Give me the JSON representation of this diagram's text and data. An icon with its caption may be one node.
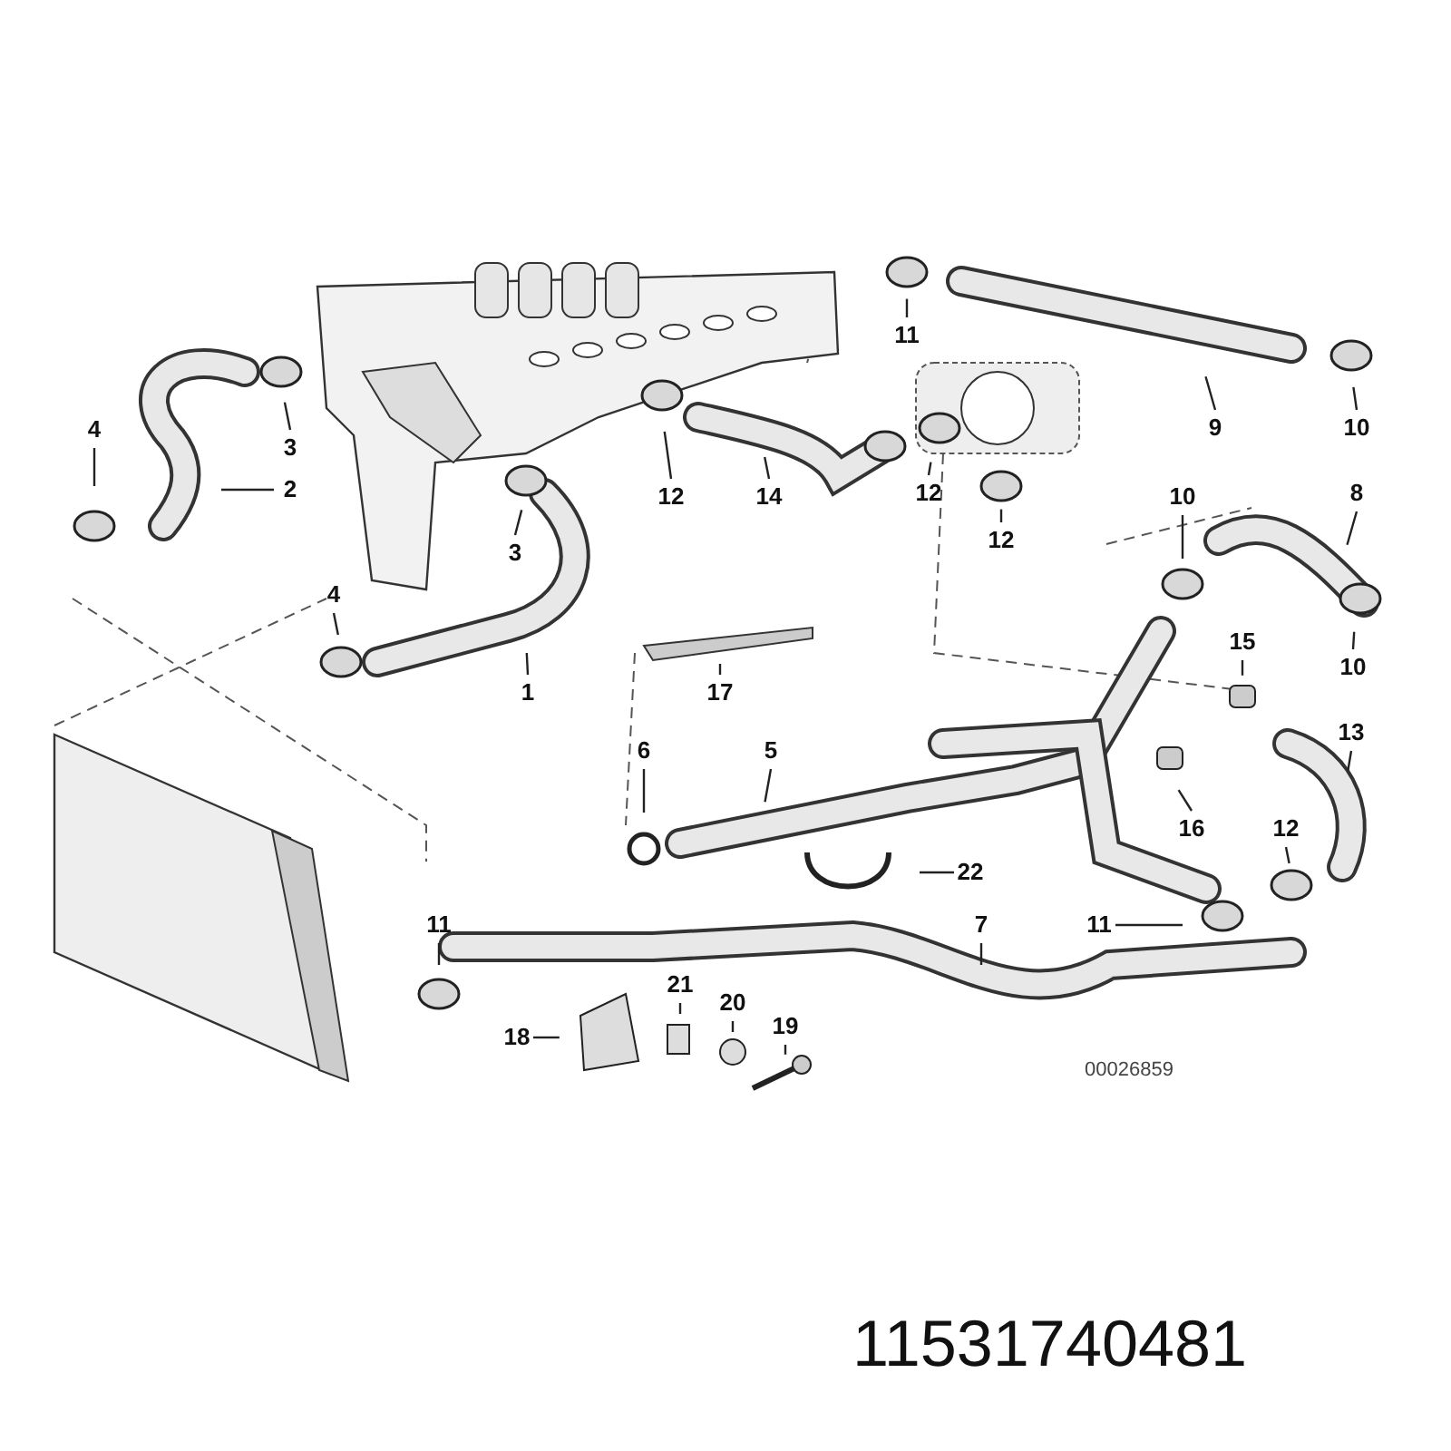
{
  "diagram": {
    "nodes": [
      {
        "text": [
          "11"
        ]
      },
      {
        "text": [
          "4"
        ]
      },
      {
        "text": [
          "3"
        ]
      },
      {
        "text": [
          "2"
        ]
      },
      {
        "text": [
          "9"
        ]
      },
      {
        "text": [
          "10"
        ]
      },
      {
        "text": [
          "12"
        ]
      },
      {
        "text": [
          "14"
        ]
      },
      {
        "text": [
          "12"
        ]
      },
      {
        "text": [
          "12"
        ]
      },
      {
        "text": [
          "3"
        ]
      },
      {
        "text": [
          "10"
        ]
      },
      {
        "text": [
          "8"
        ]
      },
      {
        "text": [
          "4"
        ]
      },
      {
        "text": [
          "1"
        ]
      },
      {
        "text": [
          "15"
        ]
      },
      {
        "text": [
          "17"
        ]
      },
      {
        "text": [
          "10"
        ]
      },
      {
        "text": [
          "6"
        ]
      },
      {
        "text": [
          "5"
        ]
      },
      {
        "text": [
          "13"
        ]
      },
      {
        "text": [
          "16"
        ]
      },
      {
        "text": [
          "12"
        ]
      },
      {
        "text": [
          "22"
        ]
      },
      {
        "text": [
          "11"
        ]
      },
      {
        "text": [
          "7"
        ]
      },
      {
        "text": [
          "11"
        ]
      },
      {
        "text": [
          "21"
        ]
      },
      {
        "text": [
          "20"
        ]
      },
      {
        "text": [
          "18"
        ]
      },
      {
        "text": [
          "19"
        ]
      }
    ],
    "edges": [
      {
        "from": 0,
        "to": null,
        "arrow": "none"
      },
      {
        "from": 1,
        "to": null,
        "arrow": "none"
      },
      {
        "from": 2,
        "to": null,
        "arrow": "none"
      },
      {
        "from": 3,
        "to": null,
        "arrow": "none"
      },
      {
        "from": 4,
        "to": null,
        "arrow": "none"
      },
      {
        "from": 5,
        "to": null,
        "arrow": "none"
      },
      {
        "from": 6,
        "to": null,
        "arrow": "none"
      },
      {
        "from": 7,
        "to": null,
        "arrow": "none"
      },
      {
        "from": 8,
        "to": null,
        "arrow": "none"
      },
      {
        "from": 9,
        "to": null,
        "arrow": "none"
      },
      {
        "from": 10,
        "to": null,
        "arrow": "none"
      },
      {
        "from": 11,
        "to": null,
        "arrow": "none"
      },
      {
        "from": 12,
        "to": null,
        "arrow": "none"
      },
      {
        "from": 13,
        "to": null,
        "arrow": "none"
      },
      {
        "from": 14,
        "to": null,
        "arrow": "none"
      },
      {
        "from": 15,
        "to": null,
        "arrow": "none"
      },
      {
        "from": 16,
        "to": null,
        "arrow": "none"
      },
      {
        "from": 17,
        "to": null,
        "arrow": "none"
      },
      {
        "from": 18,
        "to": null,
        "arrow": "none"
      },
      {
        "from": 19,
        "to": null,
        "arrow": "none"
      },
      {
        "from": 20,
        "to": null,
        "arrow": "none"
      },
      {
        "from": 21,
        "to": null,
        "arrow": "none"
      },
      {
        "from": 22,
        "to": null,
        "arrow": "none"
      },
      {
        "from": 23,
        "to": null,
        "arrow": "none"
      },
      {
        "from": 24,
        "to": null,
        "arrow": "none"
      },
      {
        "from": 25,
        "to": null,
        "arrow": "none"
      },
      {
        "from": 26,
        "to": null,
        "arrow": "none"
      },
      {
        "from": 27,
        "to": null,
        "arrow": "none"
      },
      {
        "from": 28,
        "to": null,
        "arrow": "none"
      },
      {
        "from": 29,
        "to": null,
        "arrow": "none"
      },
      {
        "from": 30,
        "to": null,
        "arrow": "none"
      }
    ],
    "labels": [
      "00026859",
      "11531740481"
    ]
  }
}
